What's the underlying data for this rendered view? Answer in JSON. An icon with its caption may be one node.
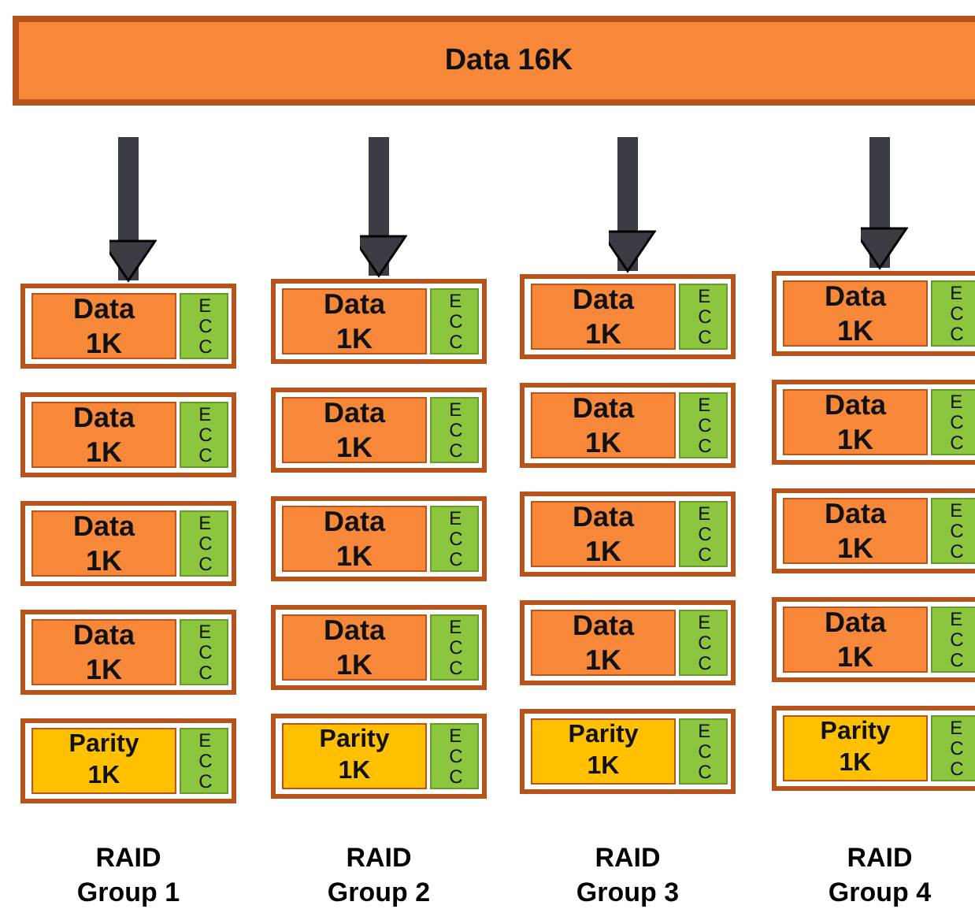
{
  "diagram": {
    "nodes": [
      {
        "text": [
          "Data 16K"
        ]
      },
      {
        "text": [],
        "shape": "box"
      },
      {
        "text": [
          "Data 1K"
        ],
        "in": 1
      },
      {
        "text": [
          "E C C"
        ],
        "in": 1
      },
      {
        "text": [],
        "shape": "box"
      },
      {
        "text": [
          "Data 1K"
        ],
        "in": 4
      },
      {
        "text": [
          "E C C"
        ],
        "in": 4
      },
      {
        "text": [],
        "shape": "box"
      },
      {
        "text": [
          "Data 1K"
        ],
        "in": 7
      },
      {
        "text": [
          "E C C"
        ],
        "in": 7
      },
      {
        "text": [],
        "shape": "box"
      },
      {
        "text": [
          "Data 1K"
        ],
        "in": 10
      },
      {
        "text": [
          "E C C"
        ],
        "in": 10
      },
      {
        "text": [],
        "shape": "box"
      },
      {
        "text": [
          "Parity 1K"
        ],
        "in": 13
      },
      {
        "text": [
          "E C C"
        ],
        "in": 13
      },
      {
        "text": [],
        "shape": "box"
      },
      {
        "text": [
          "Data 1K"
        ],
        "in": 16
      },
      {
        "text": [
          "E C C"
        ],
        "in": 16
      },
      {
        "text": [],
        "shape": "box"
      },
      {
        "text": [
          "Data 1K"
        ],
        "in": 19
      },
      {
        "text": [
          "E C C"
        ],
        "in": 19
      },
      {
        "text": [],
        "shape": "box"
      },
      {
        "text": [
          "Data 1K"
        ],
        "in": 22
      },
      {
        "text": [
          "E C C"
        ],
        "in": 22
      },
      {
        "text": [],
        "shape": "box"
      },
      {
        "text": [
          "Data 1K"
        ],
        "in": 25
      },
      {
        "text": [
          "E C C"
        ],
        "in": 25
      },
      {
        "text": [],
        "shape": "box"
      },
      {
        "text": [
          "Parity 1K"
        ],
        "in": 28
      },
      {
        "text": [
          "E C C"
        ],
        "in": 28
      },
      {
        "text": [],
        "shape": "box"
      },
      {
        "text": [
          "Data 1K"
        ],
        "in": 31
      },
      {
        "text": [
          "E C C"
        ],
        "in": 31
      },
      {
        "text": [],
        "shape": "box"
      },
      {
        "text": [
          "Data 1K"
        ],
        "in": 34
      },
      {
        "text": [
          "E C C"
        ],
        "in": 34
      },
      {
        "text": [],
        "shape": "box"
      },
      {
        "text": [
          "Data 1K"
        ],
        "in": 37
      },
      {
        "text": [
          "E C C"
        ],
        "in": 37
      },
      {
        "text": [],
        "shape": "box"
      },
      {
        "text": [
          "Data 1K"
        ],
        "in": 40
      },
      {
        "text": [
          "E C C"
        ],
        "in": 40
      },
      {
        "text": [],
        "shape": "box"
      },
      {
        "text": [
          "Parity 1K"
        ],
        "in": 43
      },
      {
        "text": [
          "E C C"
        ],
        "in": 43
      },
      {
        "text": [],
        "shape": "box"
      },
      {
        "text": [
          "Data 1K"
        ],
        "in": 46
      },
      {
        "text": [
          "E C C"
        ],
        "in": 46
      },
      {
        "text": [],
        "shape": "box"
      },
      {
        "text": [
          "Data 1K"
        ],
        "in": 49
      },
      {
        "text": [
          "E C C"
        ],
        "in": 49
      },
      {
        "text": [],
        "shape": "box"
      },
      {
        "text": [
          "Data 1K"
        ],
        "in": 52
      },
      {
        "text": [
          "E C C"
        ],
        "in": 52
      },
      {
        "text": [],
        "shape": "box"
      },
      {
        "text": [
          "Data 1K"
        ],
        "in": 55
      },
      {
        "text": [
          "E C C"
        ],
        "in": 55
      },
      {
        "text": [],
        "shape": "box"
      },
      {
        "text": [
          "Parity 1K"
        ],
        "in": 58
      },
      {
        "text": [
          "E C C"
        ],
        "in": 58
      }
    ],
    "edges": [
      {
        "from": 0,
        "to": 1,
        "arrow": "to"
      },
      {
        "from": 0,
        "to": 16,
        "arrow": "to"
      },
      {
        "from": 0,
        "to": 31,
        "arrow": "to"
      },
      {
        "from": 0,
        "to": 46,
        "arrow": "to"
      }
    ],
    "labels": [
      "RAID Group 1",
      "RAID Group 2",
      "RAID Group 3",
      "RAID Group 4"
    ]
  }
}
